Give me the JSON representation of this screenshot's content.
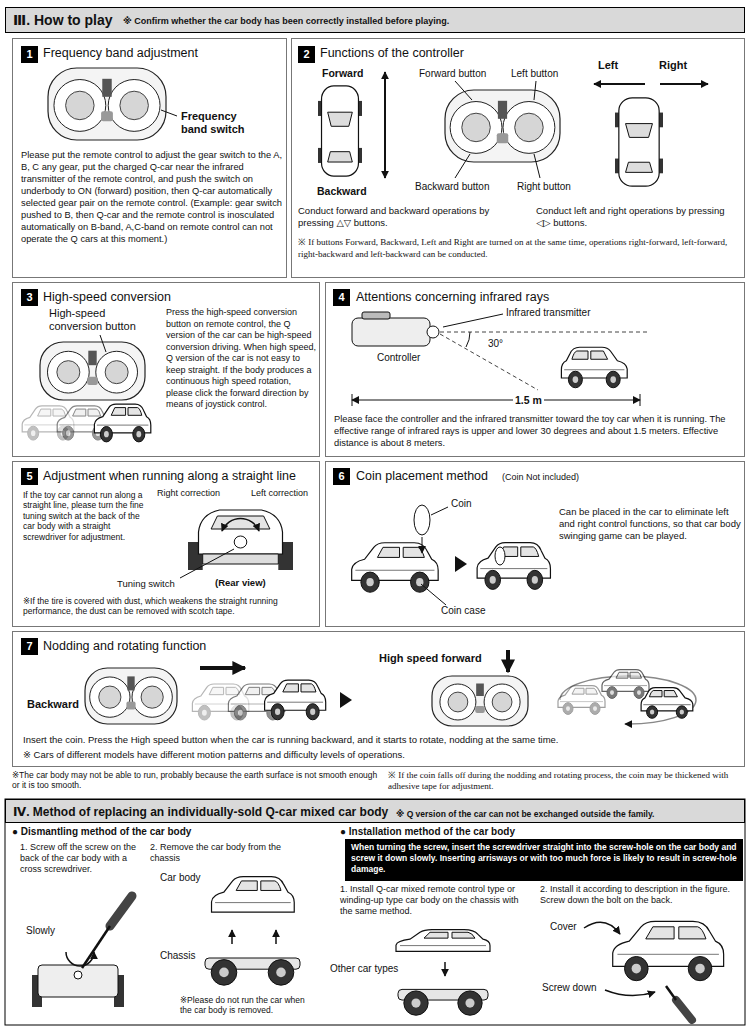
{
  "diagram": {
    "nodes": [
      {
        "text": [
          "Ⅲ. How to play",
          "※ Confirm whether the car body has been correctly installed before playing."
        ]
      },
      {
        "text": [
          "Frequency band adjustment",
          "Frequency band switch",
          "Please put the remote control to adjust the gear switch to the A, B, C any gear, put the charged Q-car near the infrared transmitter of the remote control, and push the switch on underbody to ON (forward) position, then Q-car automatically selected gear pair on the remote control. (Example: gear switch pushed to B, then Q-car and the remote control is inosculated automatically on B-band, A,C-band on remote control can not operate the Q cars at this moment.)"
        ]
      },
      {
        "text": [
          "1"
        ],
        "in": 1
      },
      {
        "text": [
          "Functions of the controller",
          "Forward",
          "Backward",
          "Forward button",
          "Left button",
          "Backward button",
          "Right button",
          "Left",
          "Right",
          "Conduct forward and backward operations by pressing △▽ buttons.",
          "Conduct left and right operations by pressing ◁▷ buttons.",
          "※ If buttons Forward, Backward, Left and Right are turned on at the same time, operations right-forward, left-forward, right-backward and left-backward can be conducted."
        ]
      },
      {
        "text": [
          "2"
        ],
        "in": 3
      },
      {
        "text": [
          "High-speed conversion",
          "High-speed conversion button",
          "Press the high-speed conversion button on remote control, the Q version of the car can be high-speed conversion driving. When high speed, Q version of the car is not easy to keep straight. If the body produces a continuous high speed rotation, please click the forward direction by means of joystick control."
        ]
      },
      {
        "text": [
          "3"
        ],
        "in": 5
      },
      {
        "text": [
          "Attentions concerning infrared rays",
          "Infrared transmitter",
          "Controller",
          "30°",
          "1.5 m",
          "Please face the controller and the infrared transmitter toward the toy car when it is running. The effective range of infrared rays is upper and lower 30 degrees and about 1.5 meters. Effective distance is about 8 meters."
        ]
      },
      {
        "text": [
          "4"
        ],
        "in": 7
      },
      {
        "text": [
          "Adjustment when running along a straight line",
          "If the toy car cannot run along a straight line, please turn the fine tuning switch at the back of the car body with a straight screwdriver for adjustment.",
          "Right correction",
          "Left correction",
          "Tuning switch",
          "(Rear view)",
          "※If the tire is covered with dust, which weakens the straight running performance, the dust can be removed with scotch tape."
        ]
      },
      {
        "text": [
          "5"
        ],
        "in": 9
      },
      {
        "text": [
          "Coin placement method",
          "(Coin Not included)",
          "Coin",
          "Coin case",
          "Can be placed in the car to eliminate left and right control functions, so that car body swinging game can be played."
        ]
      },
      {
        "text": [
          "6"
        ],
        "in": 11
      },
      {
        "text": [
          "Nodding and rotating function",
          "Backward",
          "High speed forward",
          "Insert the coin. Press the High speed button when the car is running backward, and it starts to rotate, nodding at the same time.",
          "※ Cars of different models have different motion patterns and difficulty levels of operations."
        ]
      },
      {
        "text": [
          "7"
        ],
        "in": 13
      },
      {
        "text": [
          "Ⅳ. Method of replacing an individually-sold Q-car mixed car body",
          "※ Q version of the car can not be exchanged outside the family."
        ]
      },
      {
        "text": [
          "When turning the screw, insert the screwdriver straight into the screw-hole on the car body and screw it down slowly. Inserting arrisways or with too much force is likely to result in screw-hole damage."
        ]
      }
    ],
    "labels": [
      "※The car body may not be able to run, probably because the earth surface is not smooth enough or it is too smooth.",
      "※ If the coin falls off during the nodding and rotating process, the coin may be thickened with adhesive tape for adjustment.",
      "● Dismantling method of the car body",
      "1. Screw off the screw on the back of the car body with a cross screwdriver.",
      "2. Remove the car body from the chassis",
      "Car body",
      "Chassis",
      "Slowly",
      "※Please do not run the car when the car body is removed.",
      "● Installation method of the car body",
      "1. Install Q-car mixed remote control type or winding-up type car body on the chassis with the same method.",
      "2. Install it according to description in the figure. Screw down the bolt on the back.",
      "Other car types",
      "Cover",
      "Screw down"
    ]
  }
}
